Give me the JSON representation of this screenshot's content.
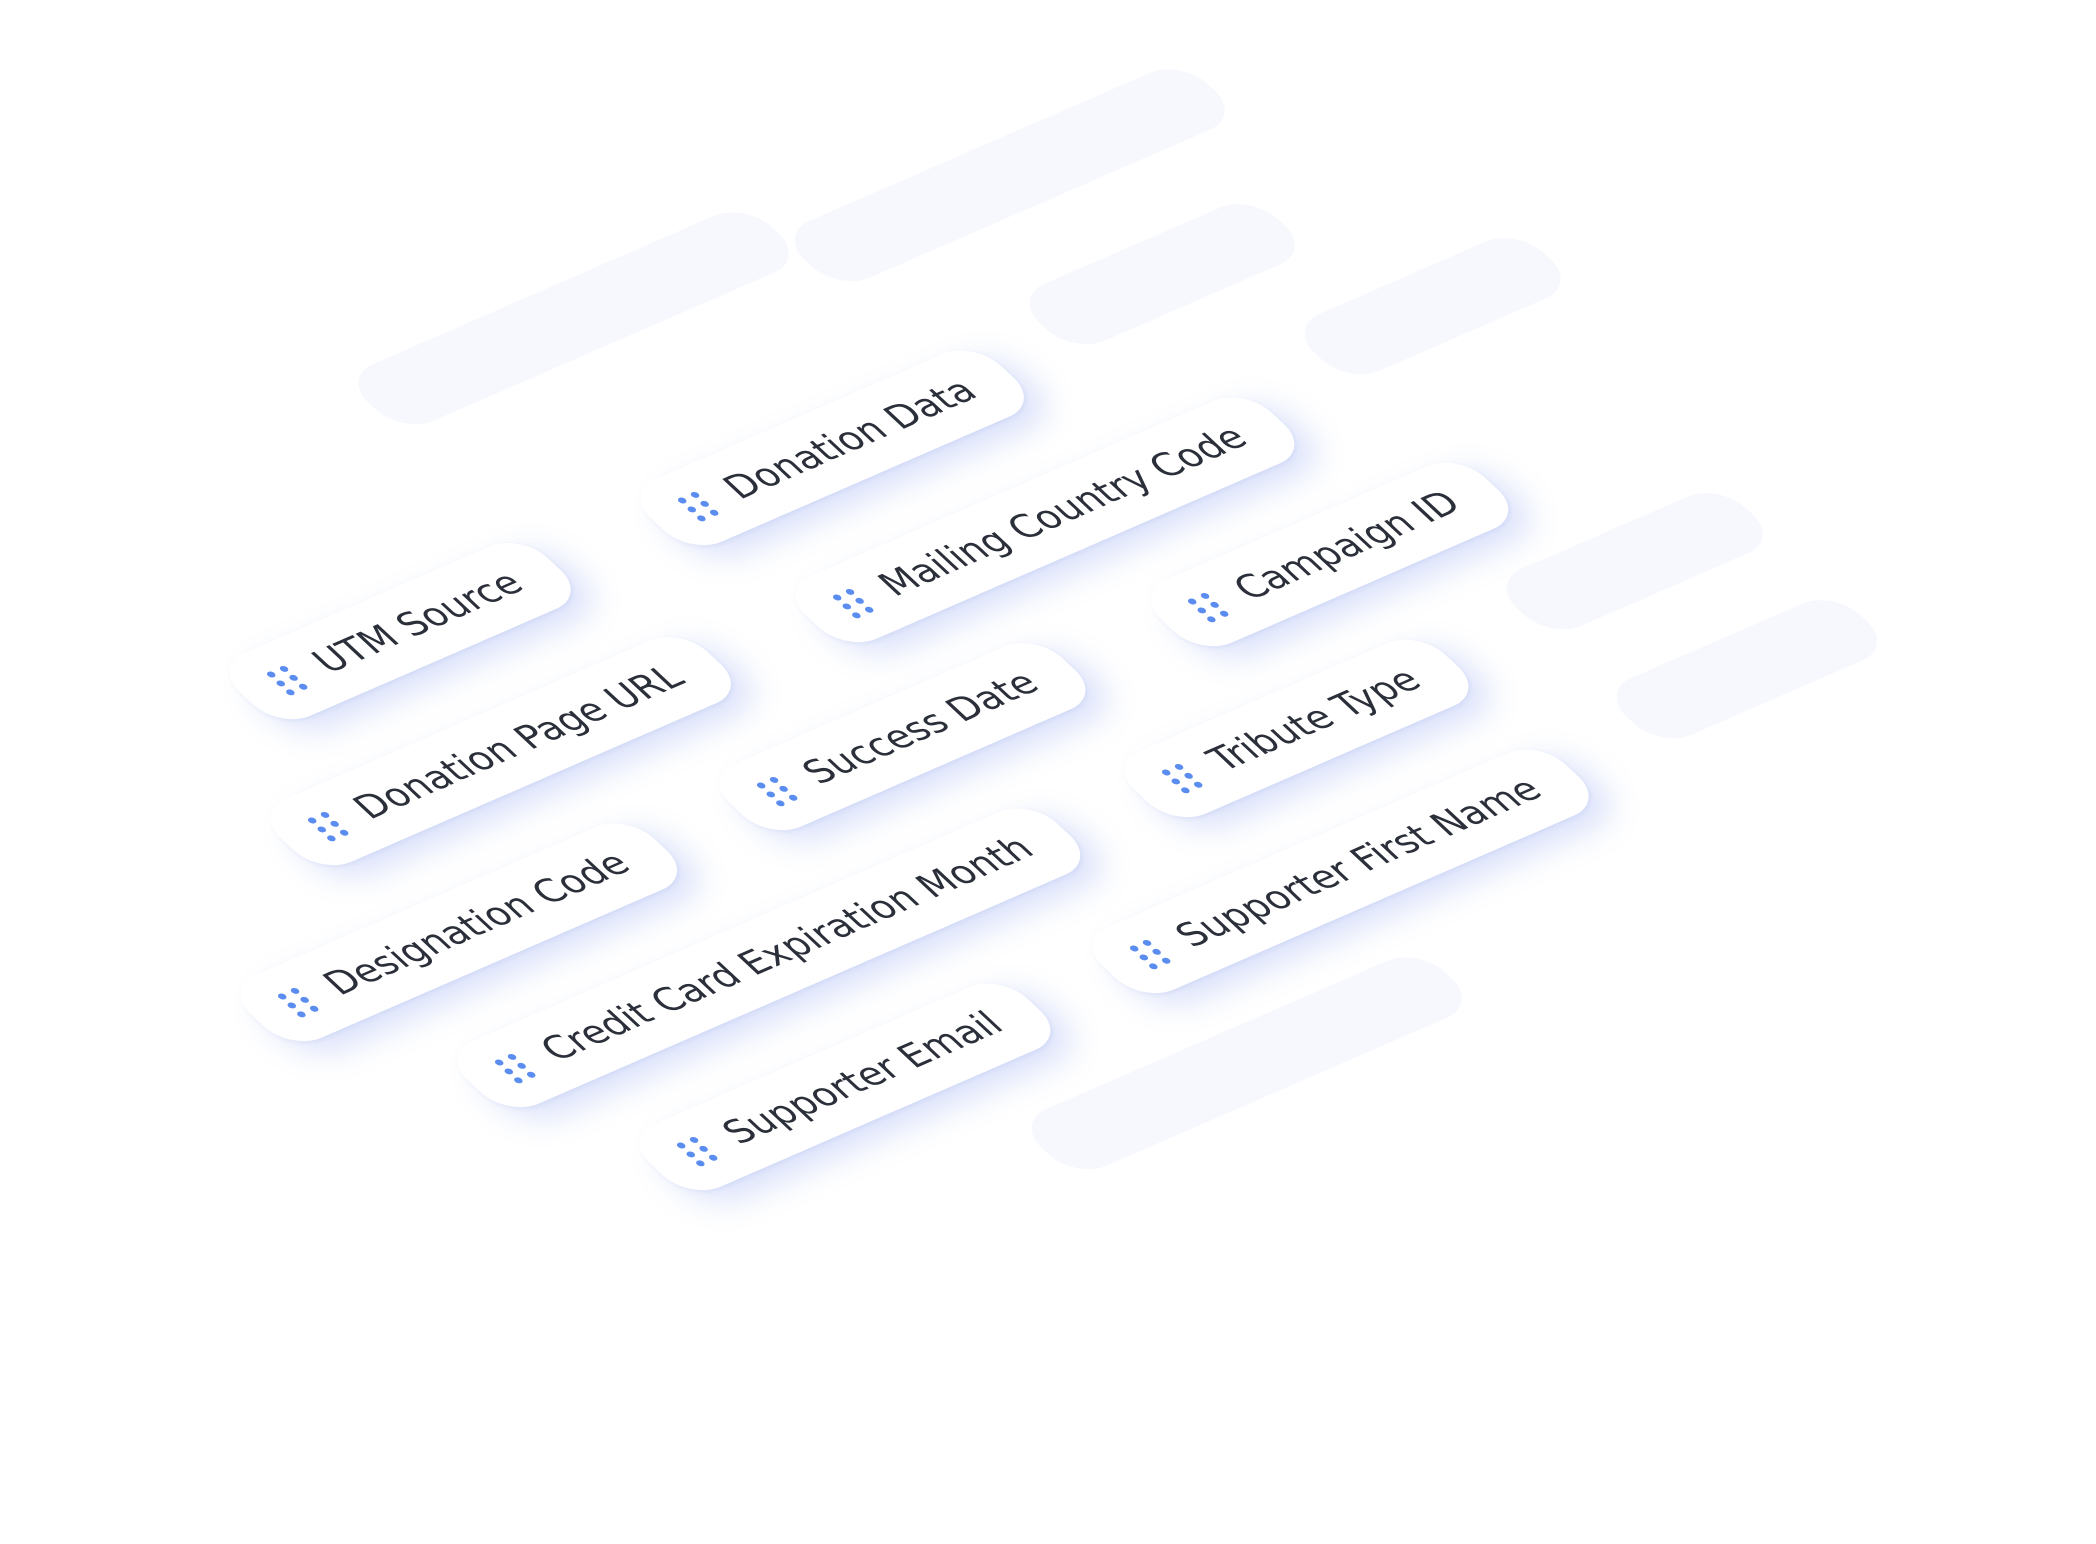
{
  "fields": [
    {
      "id": "utm-source",
      "label": "UTM Source"
    },
    {
      "id": "donation-data",
      "label": "Donation Data"
    },
    {
      "id": "mailing-country-code",
      "label": "Mailing Country Code"
    },
    {
      "id": "campaign-id",
      "label": "Campaign ID"
    },
    {
      "id": "donation-page-url",
      "label": "Donation Page URL"
    },
    {
      "id": "success-date",
      "label": "Success Date"
    },
    {
      "id": "tribute-type",
      "label": "Tribute Type"
    },
    {
      "id": "designation-code",
      "label": "Designation Code"
    },
    {
      "id": "credit-card-expiration-month",
      "label": "Credit Card Expiration Month"
    },
    {
      "id": "supporter-first-name",
      "label": "Supporter First Name"
    },
    {
      "id": "supporter-email",
      "label": "Supporter Email"
    }
  ],
  "colors": {
    "chip_bg": "#ffffff",
    "handle_dot": "#5b8cf0",
    "label_text": "#2b2f3a",
    "ghost_bg": "#f6f8fe",
    "shadow": "#5678e8"
  },
  "icons": {
    "handle": "drag-handle-icon"
  }
}
